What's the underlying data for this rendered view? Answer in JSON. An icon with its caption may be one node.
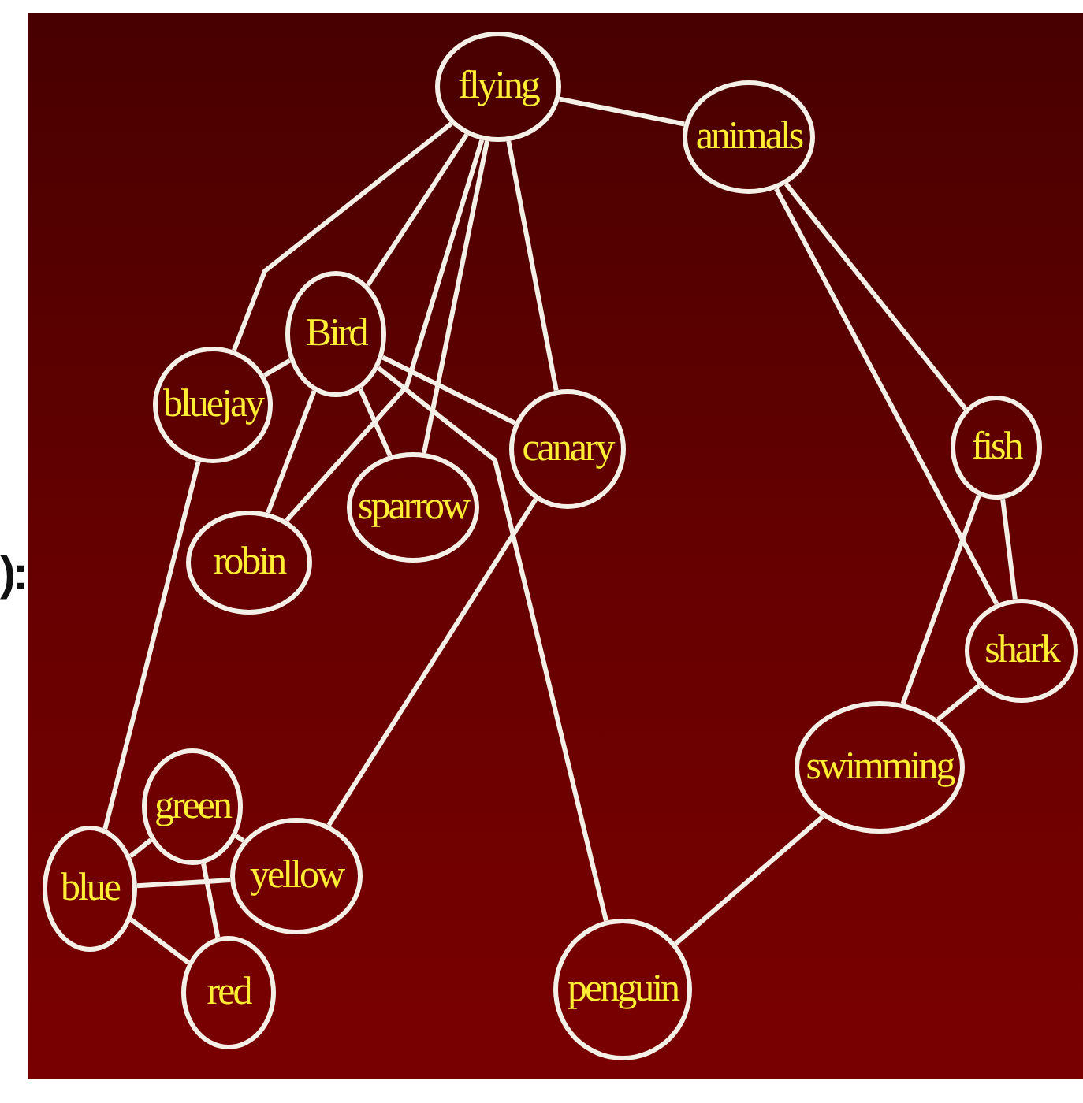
{
  "diagram": {
    "nodes": [
      {
        "text": [
          "flying"
        ]
      },
      {
        "text": [
          "animals"
        ]
      },
      {
        "text": [
          "Bird"
        ]
      },
      {
        "text": [
          "bluejay"
        ]
      },
      {
        "text": [
          "canary"
        ]
      },
      {
        "text": [
          "fish"
        ]
      },
      {
        "text": [
          "sparrow"
        ]
      },
      {
        "text": [
          "robin"
        ]
      },
      {
        "text": [
          "shark"
        ]
      },
      {
        "text": [
          "swimming"
        ]
      },
      {
        "text": [
          "green"
        ]
      },
      {
        "text": [
          "blue"
        ]
      },
      {
        "text": [
          "yellow"
        ]
      },
      {
        "text": [
          "red"
        ]
      },
      {
        "text": [
          "penguin"
        ]
      }
    ],
    "edges": [
      {
        "from": 0,
        "to": 1,
        "arrow": "none"
      },
      {
        "from": 0,
        "to": 3,
        "arrow": "none"
      },
      {
        "from": 0,
        "to": 2,
        "arrow": "none"
      },
      {
        "from": 0,
        "to": 7,
        "arrow": "none"
      },
      {
        "from": 0,
        "to": 6,
        "arrow": "none"
      },
      {
        "from": 0,
        "to": 4,
        "arrow": "none"
      },
      {
        "from": 2,
        "to": 4,
        "arrow": "none"
      },
      {
        "from": 2,
        "to": 6,
        "arrow": "none"
      },
      {
        "from": 2,
        "to": 14,
        "arrow": "none"
      },
      {
        "from": 2,
        "to": 7,
        "arrow": "none"
      },
      {
        "from": 2,
        "to": 3,
        "arrow": "none"
      },
      {
        "from": 3,
        "to": 11,
        "arrow": "none"
      },
      {
        "from": 4,
        "to": 12,
        "arrow": "none"
      },
      {
        "from": 11,
        "to": 10,
        "arrow": "none"
      },
      {
        "from": 11,
        "to": 12,
        "arrow": "none"
      },
      {
        "from": 11,
        "to": 13,
        "arrow": "none"
      },
      {
        "from": 10,
        "to": 13,
        "arrow": "none"
      },
      {
        "from": 10,
        "to": 12,
        "arrow": "none"
      },
      {
        "from": 1,
        "to": 5,
        "arrow": "none"
      },
      {
        "from": 1,
        "to": 8,
        "arrow": "none"
      },
      {
        "from": 5,
        "to": 8,
        "arrow": "none"
      },
      {
        "from": 5,
        "to": 9,
        "arrow": "none"
      },
      {
        "from": 8,
        "to": 9,
        "arrow": "none"
      },
      {
        "from": 9,
        "to": 14,
        "arrow": "none"
      }
    ],
    "labels": [
      "):"
    ]
  }
}
